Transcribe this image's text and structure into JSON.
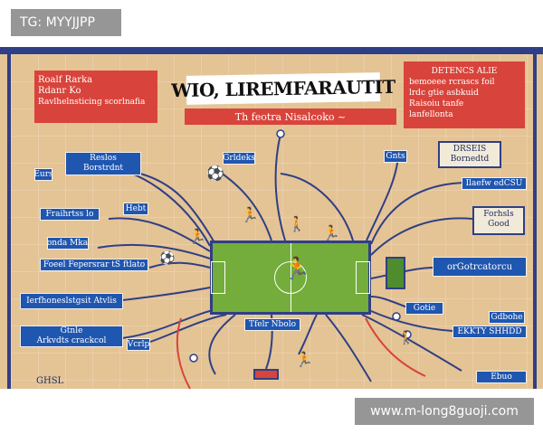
{
  "overlay": {
    "top_left_badge": "TG: MYYJJPP",
    "bottom_right_badge": "www.m-long8guoji.com"
  },
  "poster": {
    "title": "WIO, LIREMFARAUTIT",
    "subtitle": "Th feotra Nisalcoko ~",
    "colors": {
      "background": "#e4c395",
      "frame": "#2f3f86",
      "red_box": "#d8443b",
      "blue_box": "#1f56b0",
      "pitch": "#74ad3b"
    },
    "top_left_box": {
      "lines": [
        "Roalf  Rarka",
        "Rdanr  Ko",
        "Ravlhelnsticing scorlnafia"
      ]
    },
    "top_right_box": {
      "lines": [
        "DETENCS ALIE",
        "bemoeee   rcrascs foil",
        "lrdc gtie   asbkuid",
        "Raisoiu    tanfe",
        "    lanfellonta"
      ]
    },
    "right_note_box": {
      "lines": [
        "DRSEIS",
        "Bornedtd"
      ]
    },
    "coach_box": {
      "lines": [
        "Forhsls",
        "Good"
      ]
    },
    "left_labels": [
      {
        "lines": [
          "Reslos",
          "Borstrdnt"
        ]
      },
      {
        "lines": [
          "Fraihrtss   lo"
        ]
      },
      {
        "lines": [
          "Sonda   Mkatt"
        ]
      },
      {
        "lines": [
          "Foeel  Fepersrar tS  ftlato"
        ]
      },
      {
        "lines": [
          "Ierfhoneslstgsit Atvlis"
        ]
      },
      {
        "lines": [
          "Gtnle",
          "Arkvdts  crackcol"
        ]
      }
    ],
    "center_labels": [
      {
        "lines": [
          "Hebt"
        ]
      },
      {
        "lines": [
          "Grldeks"
        ]
      },
      {
        "lines": [
          "Gnts"
        ]
      },
      {
        "lines": [
          "Vcrlp"
        ]
      },
      {
        "lines": [
          "Tfelr Nbolo"
        ]
      },
      {
        "lines": [
          "Gotie"
        ]
      }
    ],
    "right_labels": [
      {
        "lines": [
          "Eurs"
        ]
      },
      {
        "lines": [
          "Ilaefw edCSU"
        ]
      },
      {
        "lines": [
          "orGotrcatorcu"
        ]
      },
      {
        "lines": [
          "Gdbohe"
        ]
      },
      {
        "lines": [
          "EKKTY SHHDD"
        ]
      },
      {
        "lines": [
          "Ebuo"
        ]
      }
    ],
    "bottom_left_text": "GHSL"
  }
}
